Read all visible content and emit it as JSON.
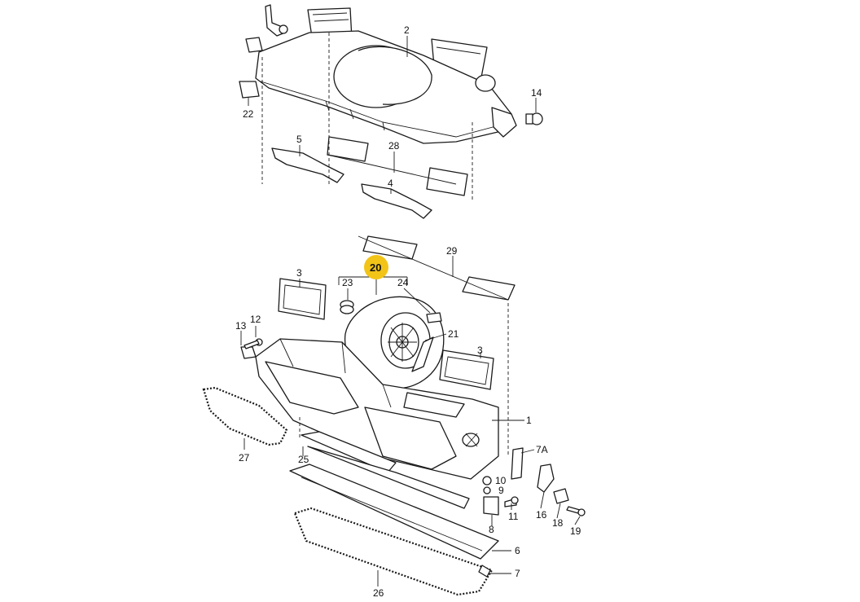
{
  "highlight_color": "#f2c418",
  "callouts": {
    "c1": "1",
    "c2": "2",
    "c3a": "3",
    "c3b": "3",
    "c4": "4",
    "c5": "5",
    "c6": "6",
    "c7": "7",
    "c7a": "7A",
    "c8": "8",
    "c9": "9",
    "c10": "10",
    "c11": "11",
    "c12": "12",
    "c13": "13",
    "c14": "14",
    "c16": "16",
    "c18": "18",
    "c19": "19",
    "c20": "20",
    "c21": "21",
    "c22": "22",
    "c23": "23",
    "c24": "24",
    "c25": "25",
    "c26": "26",
    "c27": "27",
    "c28": "28",
    "c29": "29"
  }
}
